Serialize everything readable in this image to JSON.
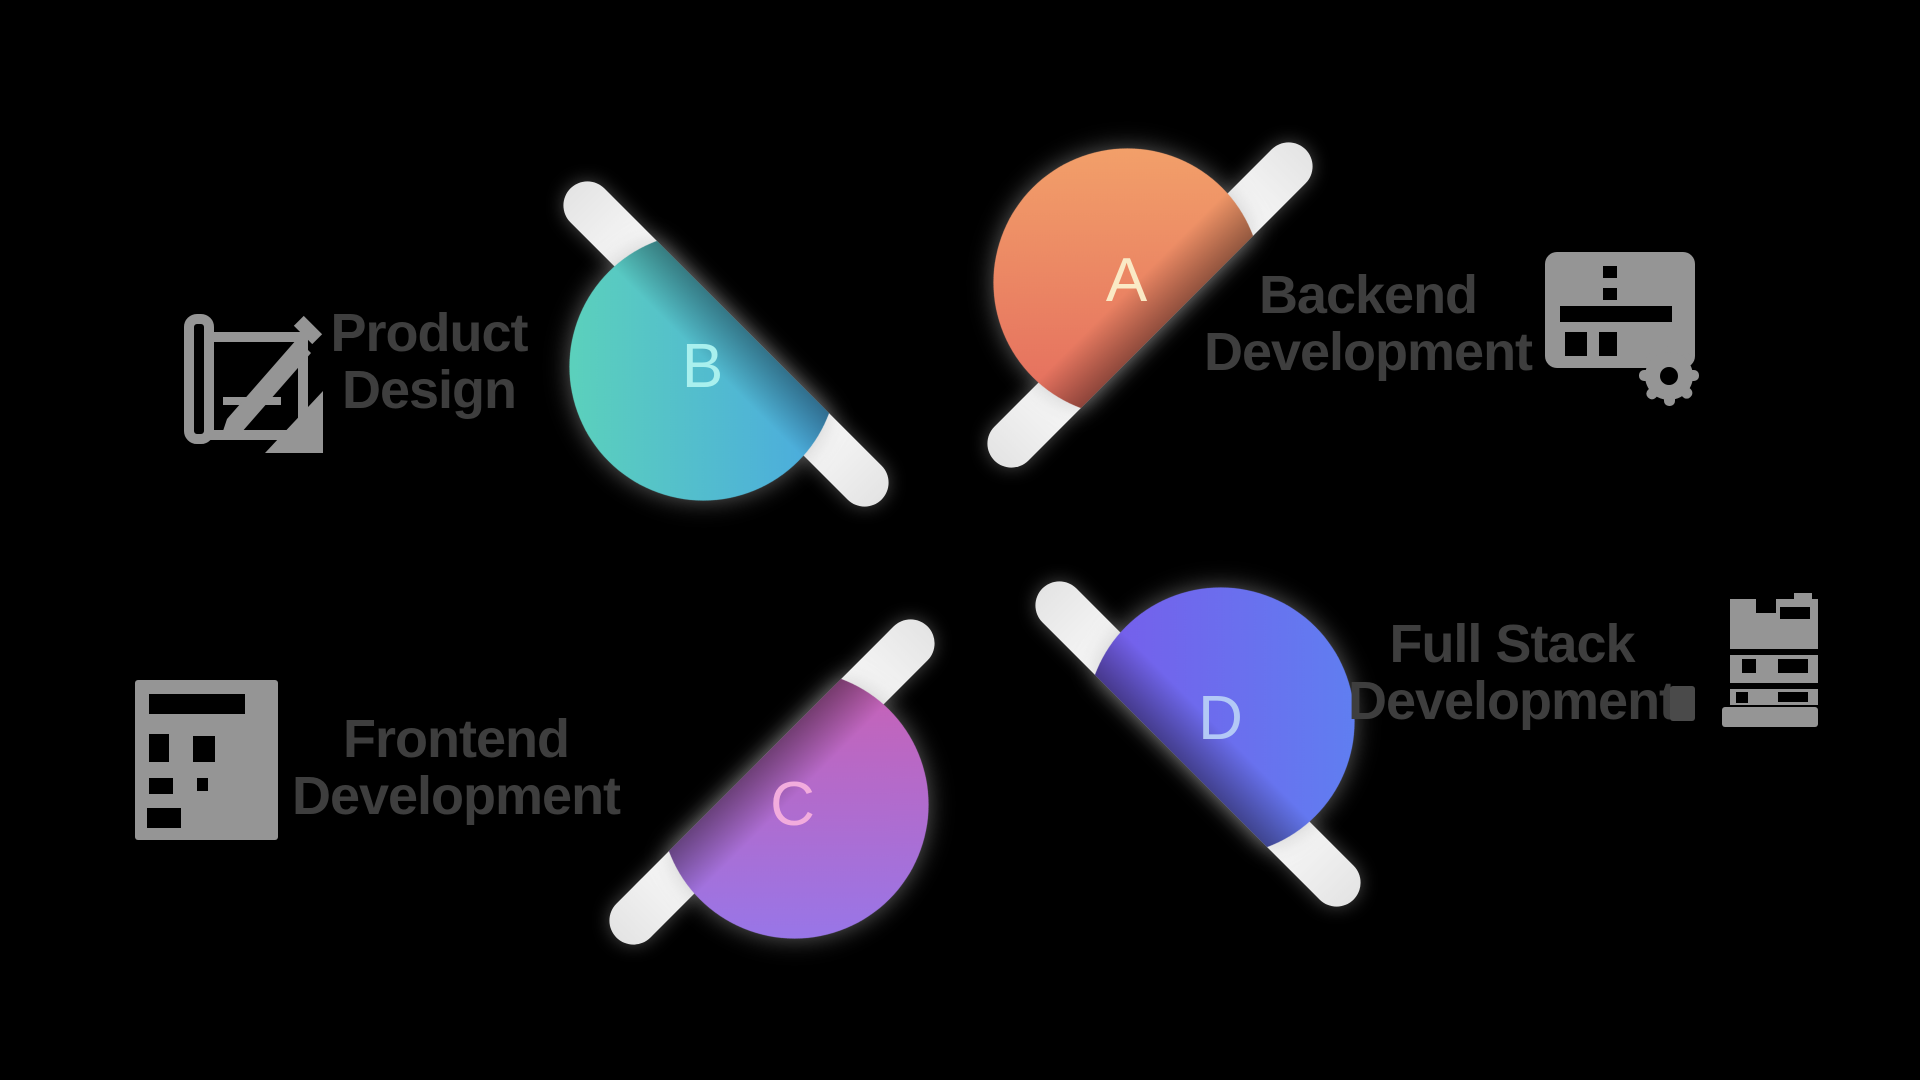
{
  "background_color": "#000000",
  "text_color": "#3E3E3E",
  "icon_color": "#959595",
  "ribbon_color": "#FFFFFF",
  "units": [
    {
      "id": "A",
      "letter": "A",
      "letter_color": "#FAE9C5",
      "label_line1": "Backend",
      "label_line2": "Development",
      "icon": "server-gear-icon",
      "gradient": [
        "#F5AA6C",
        "#E1615B"
      ],
      "position": "top-right"
    },
    {
      "id": "B",
      "letter": "B",
      "letter_color": "#A9F0EE",
      "label_line1": "Product",
      "label_line2": "Design",
      "icon": "sketch-pencil-icon",
      "gradient": [
        "#5FD9B4",
        "#46A0E8"
      ],
      "position": "top-left"
    },
    {
      "id": "C",
      "letter": "C",
      "letter_color": "#F2ACDD",
      "label_line1": "Frontend",
      "label_line2": "Development",
      "icon": "checklist-form-icon",
      "gradient": [
        "#D35DA9",
        "#8E7AF2"
      ],
      "position": "bottom-left"
    },
    {
      "id": "D",
      "letter": "D",
      "letter_color": "#B3C9F6",
      "label_line1": "Full Stack",
      "label_line2": "Development",
      "icon": "layer-stack-icon",
      "gradient": [
        "#7C55E9",
        "#5B85F2"
      ],
      "position": "bottom-right"
    }
  ]
}
